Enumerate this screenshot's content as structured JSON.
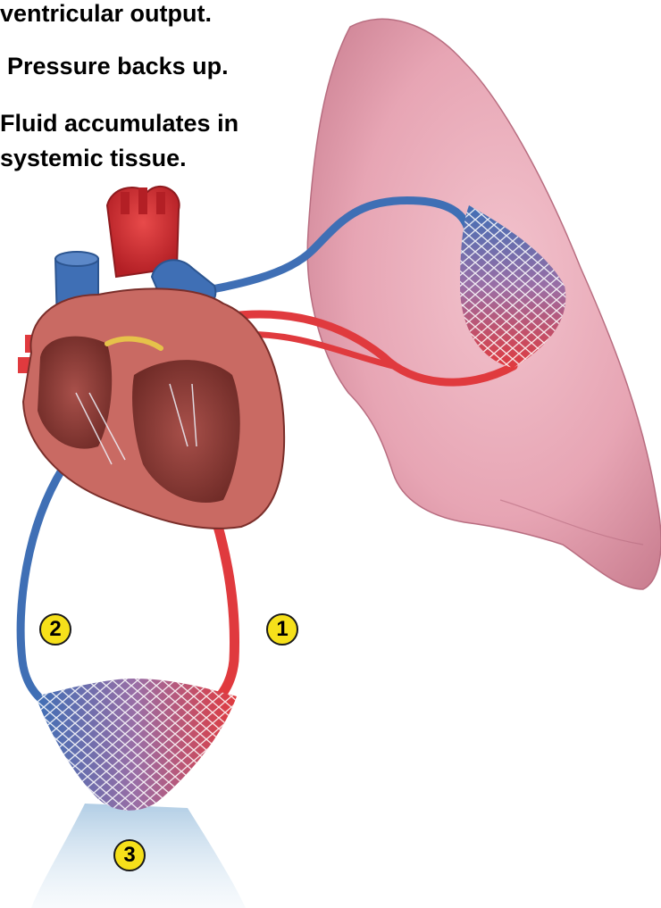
{
  "captions": {
    "line1": "ventricular output.",
    "line2": "Pressure backs up.",
    "line3a": "Fluid accumulates in",
    "line3b": "systemic tissue."
  },
  "markers": {
    "m1": "1",
    "m2": "2",
    "m3": "3"
  },
  "colors": {
    "artery_red": "#e03a3e",
    "vein_blue": "#3f6fb5",
    "lung_pink": "#e7a5b4",
    "marker_yellow": "#f6e01a",
    "edema_fluid": "#bcd6ea"
  }
}
